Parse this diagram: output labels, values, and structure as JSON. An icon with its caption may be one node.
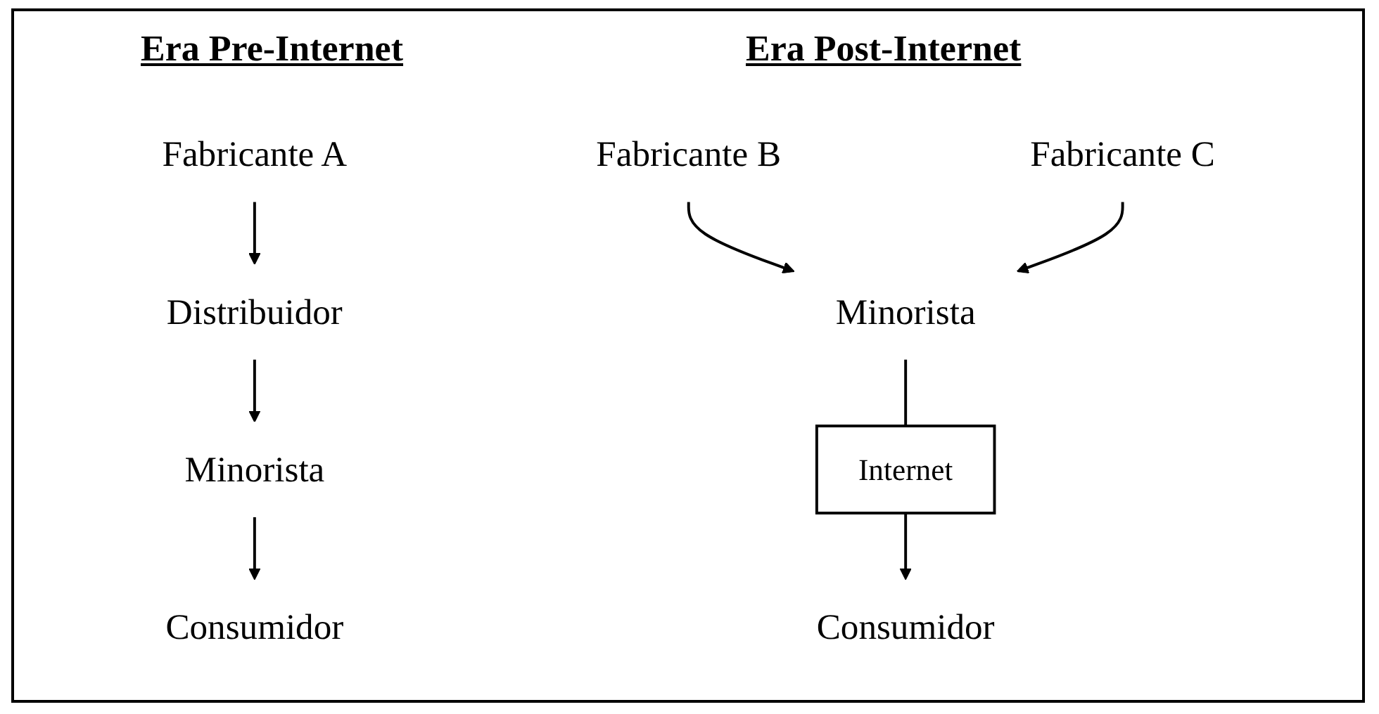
{
  "diagram": {
    "nodes": [
      {
        "text": [
          "Fabricante A"
        ]
      },
      {
        "text": [
          "Distribuidor"
        ]
      },
      {
        "text": [
          "Minorista"
        ]
      },
      {
        "text": [
          "Consumidor"
        ]
      },
      {
        "text": [
          "Fabricante B"
        ]
      },
      {
        "text": [
          "Fabricante C"
        ]
      },
      {
        "text": [
          "Minorista"
        ]
      },
      {
        "text": [
          "Internet"
        ]
      },
      {
        "text": [
          "Consumidor"
        ]
      }
    ],
    "edges": [
      {
        "from": 0,
        "to": 1,
        "arrow": "to"
      },
      {
        "from": 1,
        "to": 2,
        "arrow": "to"
      },
      {
        "from": 2,
        "to": 3,
        "arrow": "to"
      },
      {
        "from": 4,
        "to": 6,
        "arrow": "to"
      },
      {
        "from": 5,
        "to": 6,
        "arrow": "to"
      },
      {
        "from": 6,
        "to": 7,
        "arrow": "none"
      },
      {
        "from": 7,
        "to": 8,
        "arrow": "to"
      }
    ],
    "labels": [
      "Era Pre-Internet",
      "Era Post-Internet"
    ]
  }
}
